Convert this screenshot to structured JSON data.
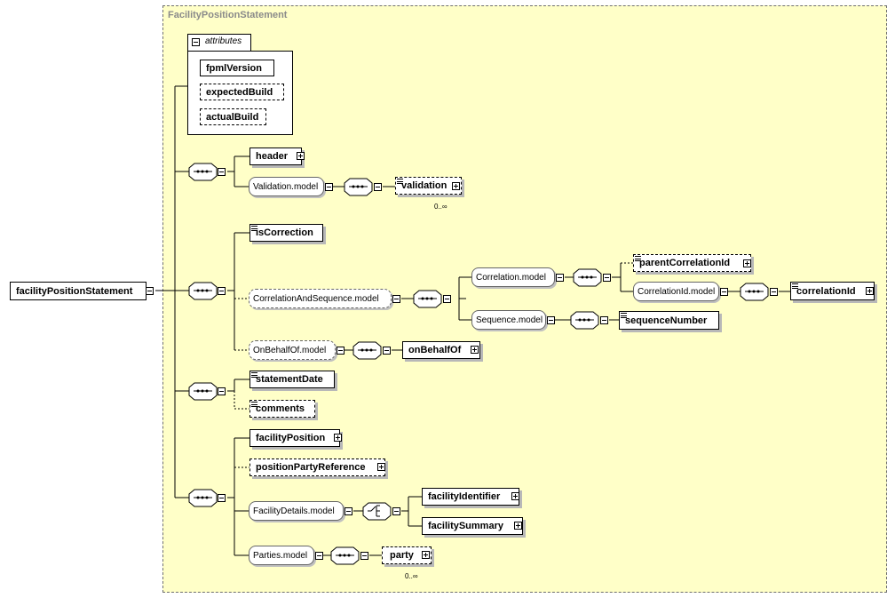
{
  "frame_title": "FacilityPositionStatement",
  "root": "facilityPositionStatement",
  "attributes": {
    "label": "attributes",
    "items": [
      "fpmlVersion",
      "expectedBuild",
      "actualBuild"
    ]
  },
  "elements": {
    "header": "header",
    "validation_model": "Validation.model",
    "validation": "validation",
    "validation_card": "0..∞",
    "is_correction": "isCorrection",
    "corr_seq_model": "CorrelationAndSequence.model",
    "correlation_model": "Correlation.model",
    "parent_correlation_id": "parentCorrelationId",
    "correlation_id_model": "CorrelationId.model",
    "correlation_id": "correlationId",
    "sequence_model": "Sequence.model",
    "sequence_number": "sequenceNumber",
    "on_behalf_of_model": "OnBehalfOf.model",
    "on_behalf_of": "onBehalfOf",
    "statement_date": "statementDate",
    "comments": "comments",
    "facility_position": "facilityPosition",
    "position_party_reference": "positionPartyReference",
    "facility_details_model": "FacilityDetails.model",
    "facility_identifier": "facilityIdentifier",
    "facility_summary": "facilitySummary",
    "parties_model": "Parties.model",
    "party": "party",
    "party_card": "0..∞"
  }
}
